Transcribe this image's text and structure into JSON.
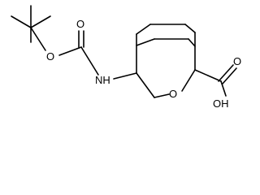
{
  "structure": {
    "line_color": "#000000",
    "background": "#ffffff",
    "atom_labels": {
      "carbonyl_oxygen": "O",
      "ester_oxygen": "O",
      "amine": "NH",
      "ring_oxygen": "O",
      "acid_oxygen": "O",
      "hydroxyl": "OH"
    }
  }
}
